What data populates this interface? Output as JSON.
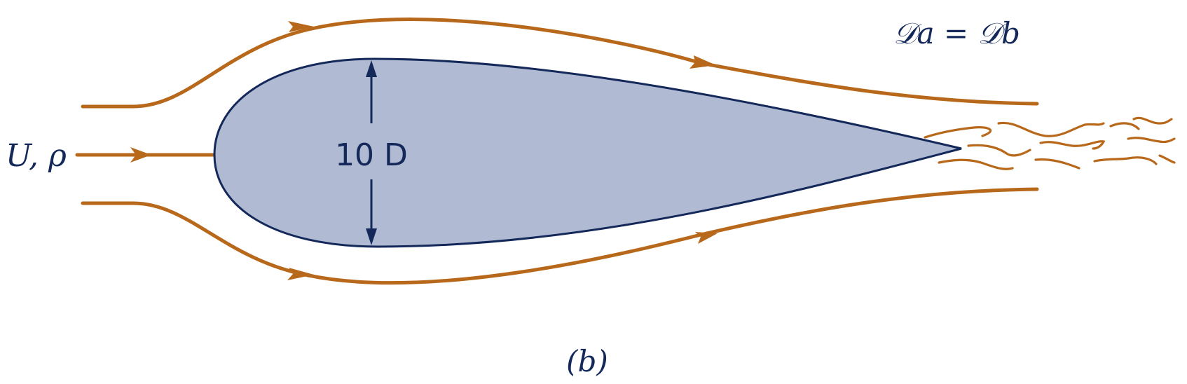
{
  "figure": {
    "inflow_label": "U, ρ",
    "dimension_label": "10 D",
    "drag_relation": "𝒟a = 𝒟b",
    "caption": "(b)"
  },
  "colors": {
    "streamline": "#b8681a",
    "body_fill": "#b0bbd3",
    "body_outline": "#14295a",
    "text": "#14295a"
  }
}
